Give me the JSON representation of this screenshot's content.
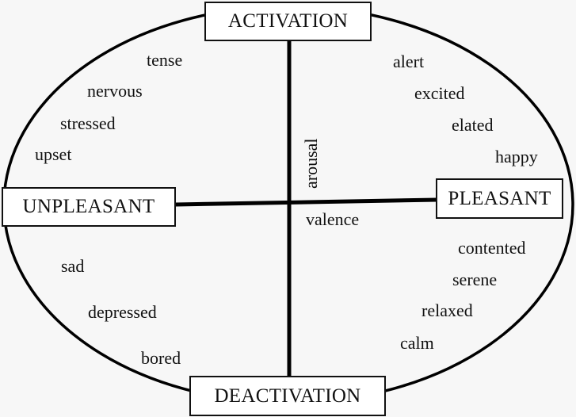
{
  "poles": {
    "top": "ACTIVATION",
    "bottom": "DEACTIVATION",
    "left": "UNPLEASANT",
    "right": "PLEASANT"
  },
  "axes": {
    "vertical": "arousal",
    "horizontal": "valence"
  },
  "quadrants": {
    "top_left": [
      "tense",
      "nervous",
      "stressed",
      "upset"
    ],
    "top_right": [
      "alert",
      "excited",
      "elated",
      "happy"
    ],
    "bottom_left": [
      "sad",
      "depressed",
      "bored"
    ],
    "bottom_right": [
      "contented",
      "serene",
      "relaxed",
      "calm"
    ]
  }
}
